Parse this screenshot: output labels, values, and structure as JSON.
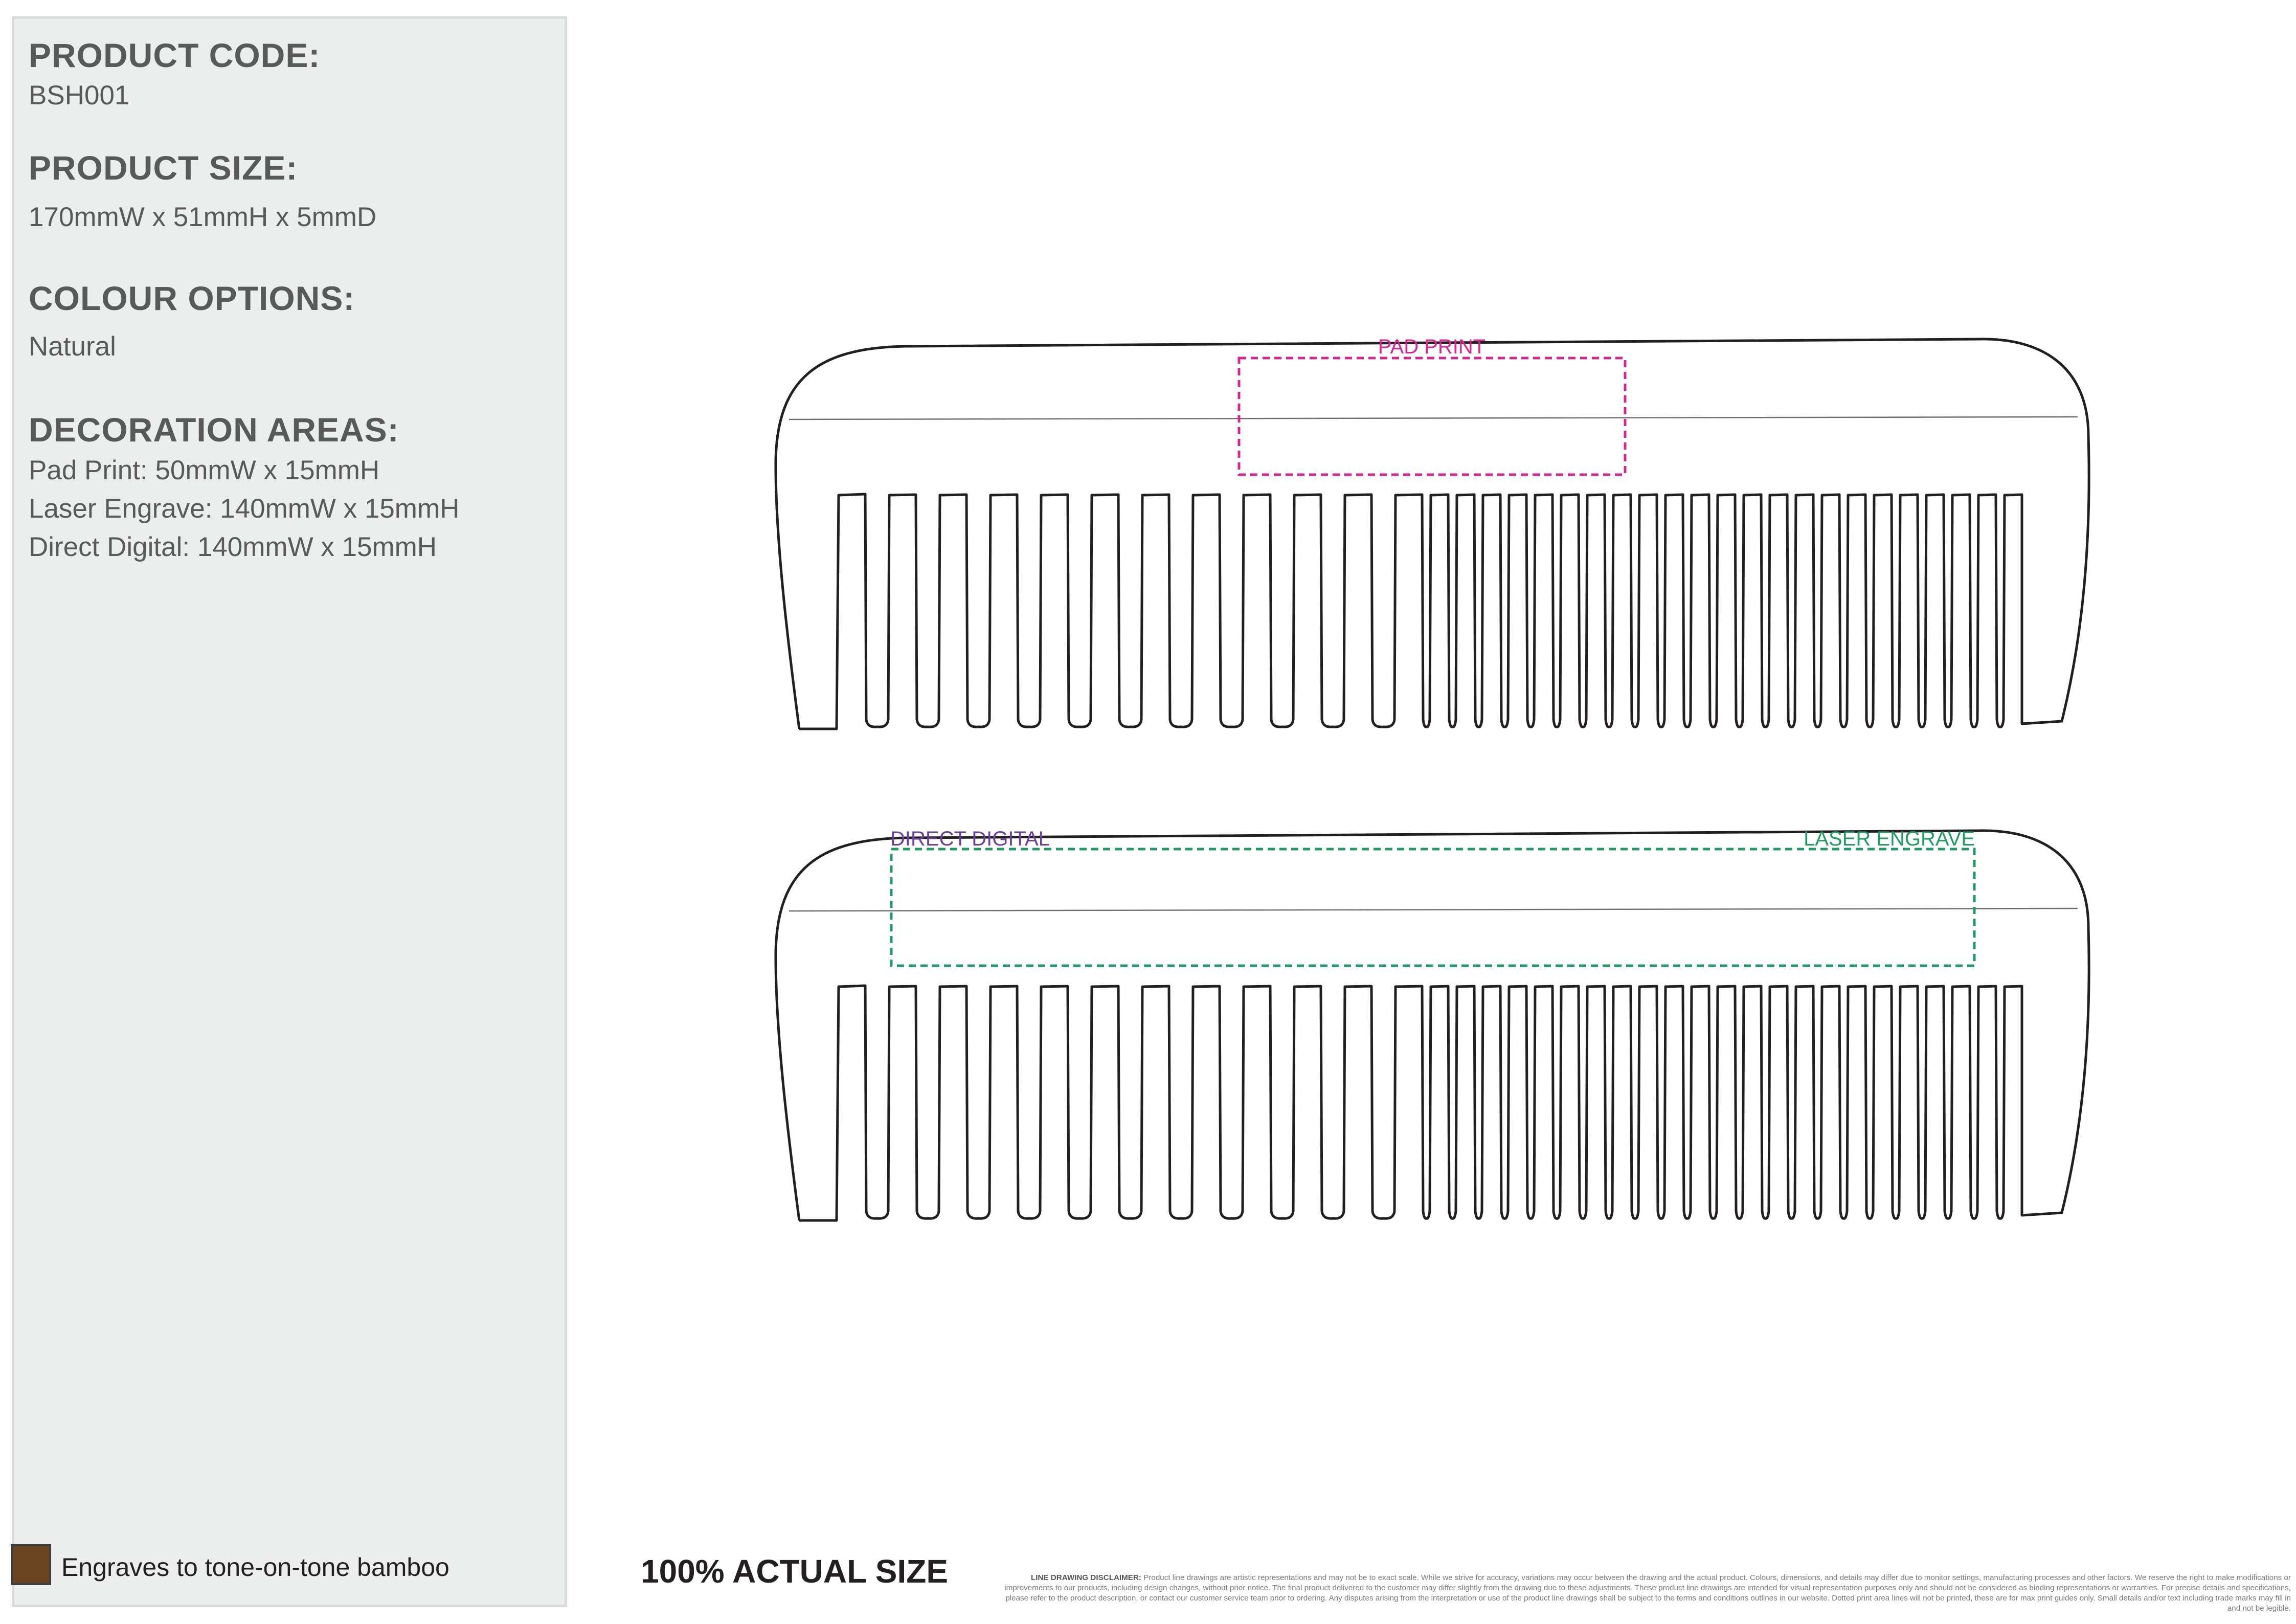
{
  "specs": [
    {
      "heading": "PRODUCT CODE:",
      "values": [
        "BSH001"
      ]
    },
    {
      "heading": "PRODUCT SIZE:",
      "values": [
        "170mmW x 51mmH x 5mmD"
      ]
    },
    {
      "heading": "COLOUR OPTIONS:",
      "values": [
        "Natural"
      ]
    },
    {
      "heading": "DECORATION AREAS:",
      "values": [
        "Pad Print: 50mmW x 15mmH",
        "Laser Engrave: 140mmW x 15mmH",
        "Direct Digital: 140mmW x 15mmH"
      ]
    }
  ],
  "swatch": {
    "color": "#6b4423",
    "label": "Engraves to tone-on-tone bamboo"
  },
  "drawing": {
    "top_comb": {
      "areas": [
        {
          "label": "PAD PRINT",
          "color": "#d4278f"
        }
      ]
    },
    "bottom_comb": {
      "areas": [
        {
          "label": "DIRECT DIGITAL",
          "color": "#6a3fa0"
        },
        {
          "label": "LASER ENGRAVE",
          "color": "#1f9b63"
        }
      ]
    }
  },
  "footer": {
    "actual_size": "100% ACTUAL SIZE",
    "disclaimer_title": "LINE DRAWING DISCLAIMER:",
    "disclaimer_text": "Product line drawings are artistic representations and may not be to exact scale. While we strive for accuracy, variations may occur between the drawing and the actual product. Colours, dimensions, and details may differ due to monitor settings, manufacturing processes and other factors. We reserve the right to make modifications or improvements to our products, including design changes, without prior notice. The final product delivered to the customer may differ slightly from the drawing due to these adjustments. These product line drawings are intended for visual representation purposes only and should not be considered as binding representations or warranties. For precise details and specifications, please refer to the product description, or contact our customer service team prior to ordering. Any disputes arising from the interpretation or use of the product line drawings shall be subject to the terms and conditions outlines in our website. Dotted print area lines will not be printed, these are for max print guides only. Small details and/or text including trade marks may fill in and not be legible."
  }
}
